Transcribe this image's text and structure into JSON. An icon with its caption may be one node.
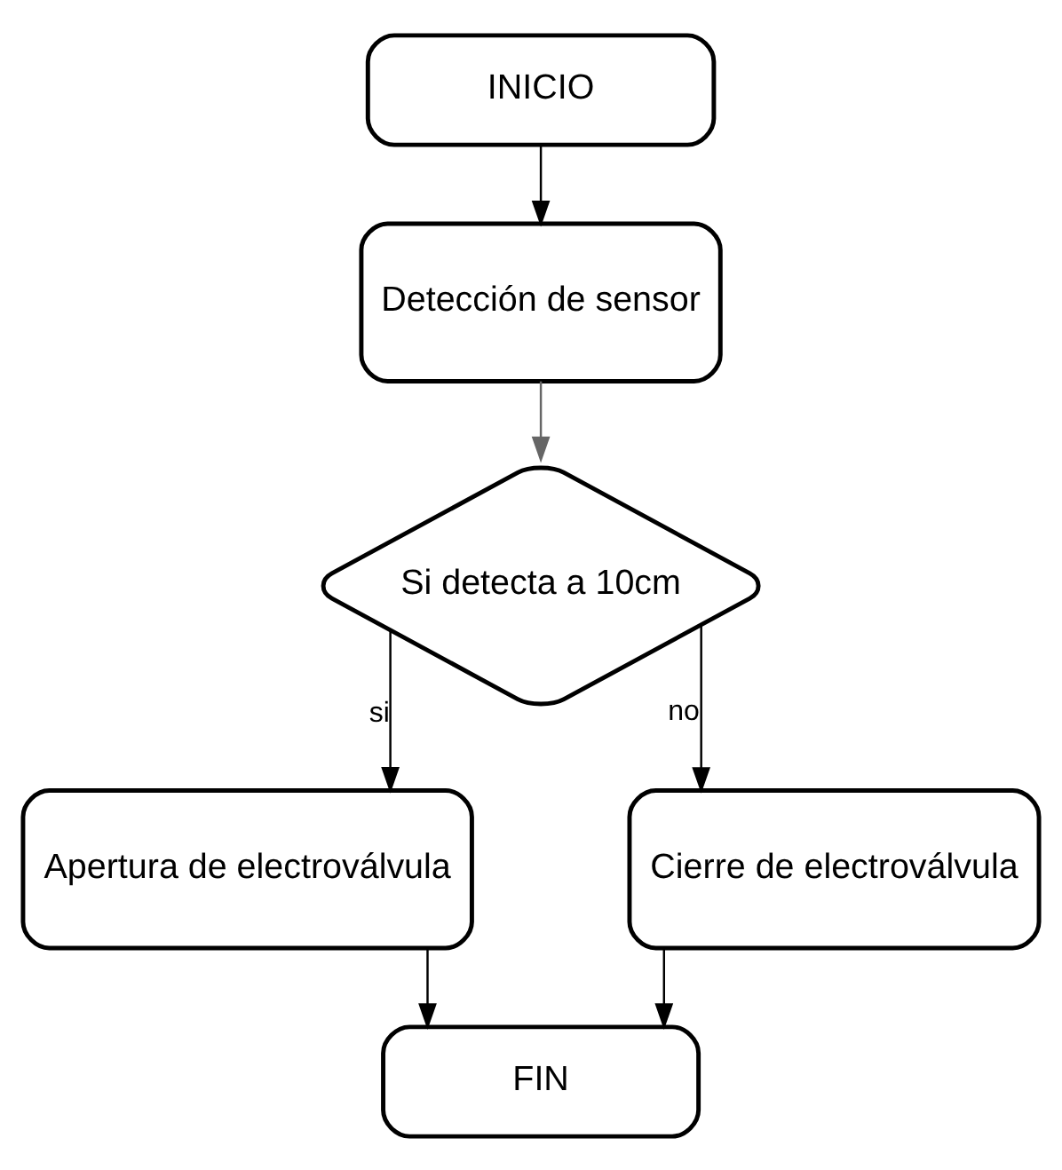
{
  "diagram": {
    "nodes": [
      {
        "text": [
          "INICIO"
        ]
      },
      {
        "text": [
          "Detección de sensor"
        ]
      },
      {
        "text": [
          "Si detecta a 10cm"
        ]
      },
      {
        "text": [
          "Apertura de electroválvula"
        ]
      },
      {
        "text": [
          "Cierre de electroválvula"
        ]
      },
      {
        "text": [
          "FIN"
        ]
      }
    ],
    "edges": [
      {
        "from": 0,
        "to": 1,
        "arrow": "to"
      },
      {
        "from": 1,
        "to": 2,
        "arrow": "to",
        "color": "#666666"
      },
      {
        "from": 2,
        "to": 3,
        "arrow": "to",
        "label": "si"
      },
      {
        "from": 2,
        "to": 4,
        "arrow": "to",
        "label": "no"
      },
      {
        "from": 3,
        "to": 5,
        "arrow": "to"
      },
      {
        "from": 4,
        "to": 5,
        "arrow": "to"
      }
    ]
  }
}
